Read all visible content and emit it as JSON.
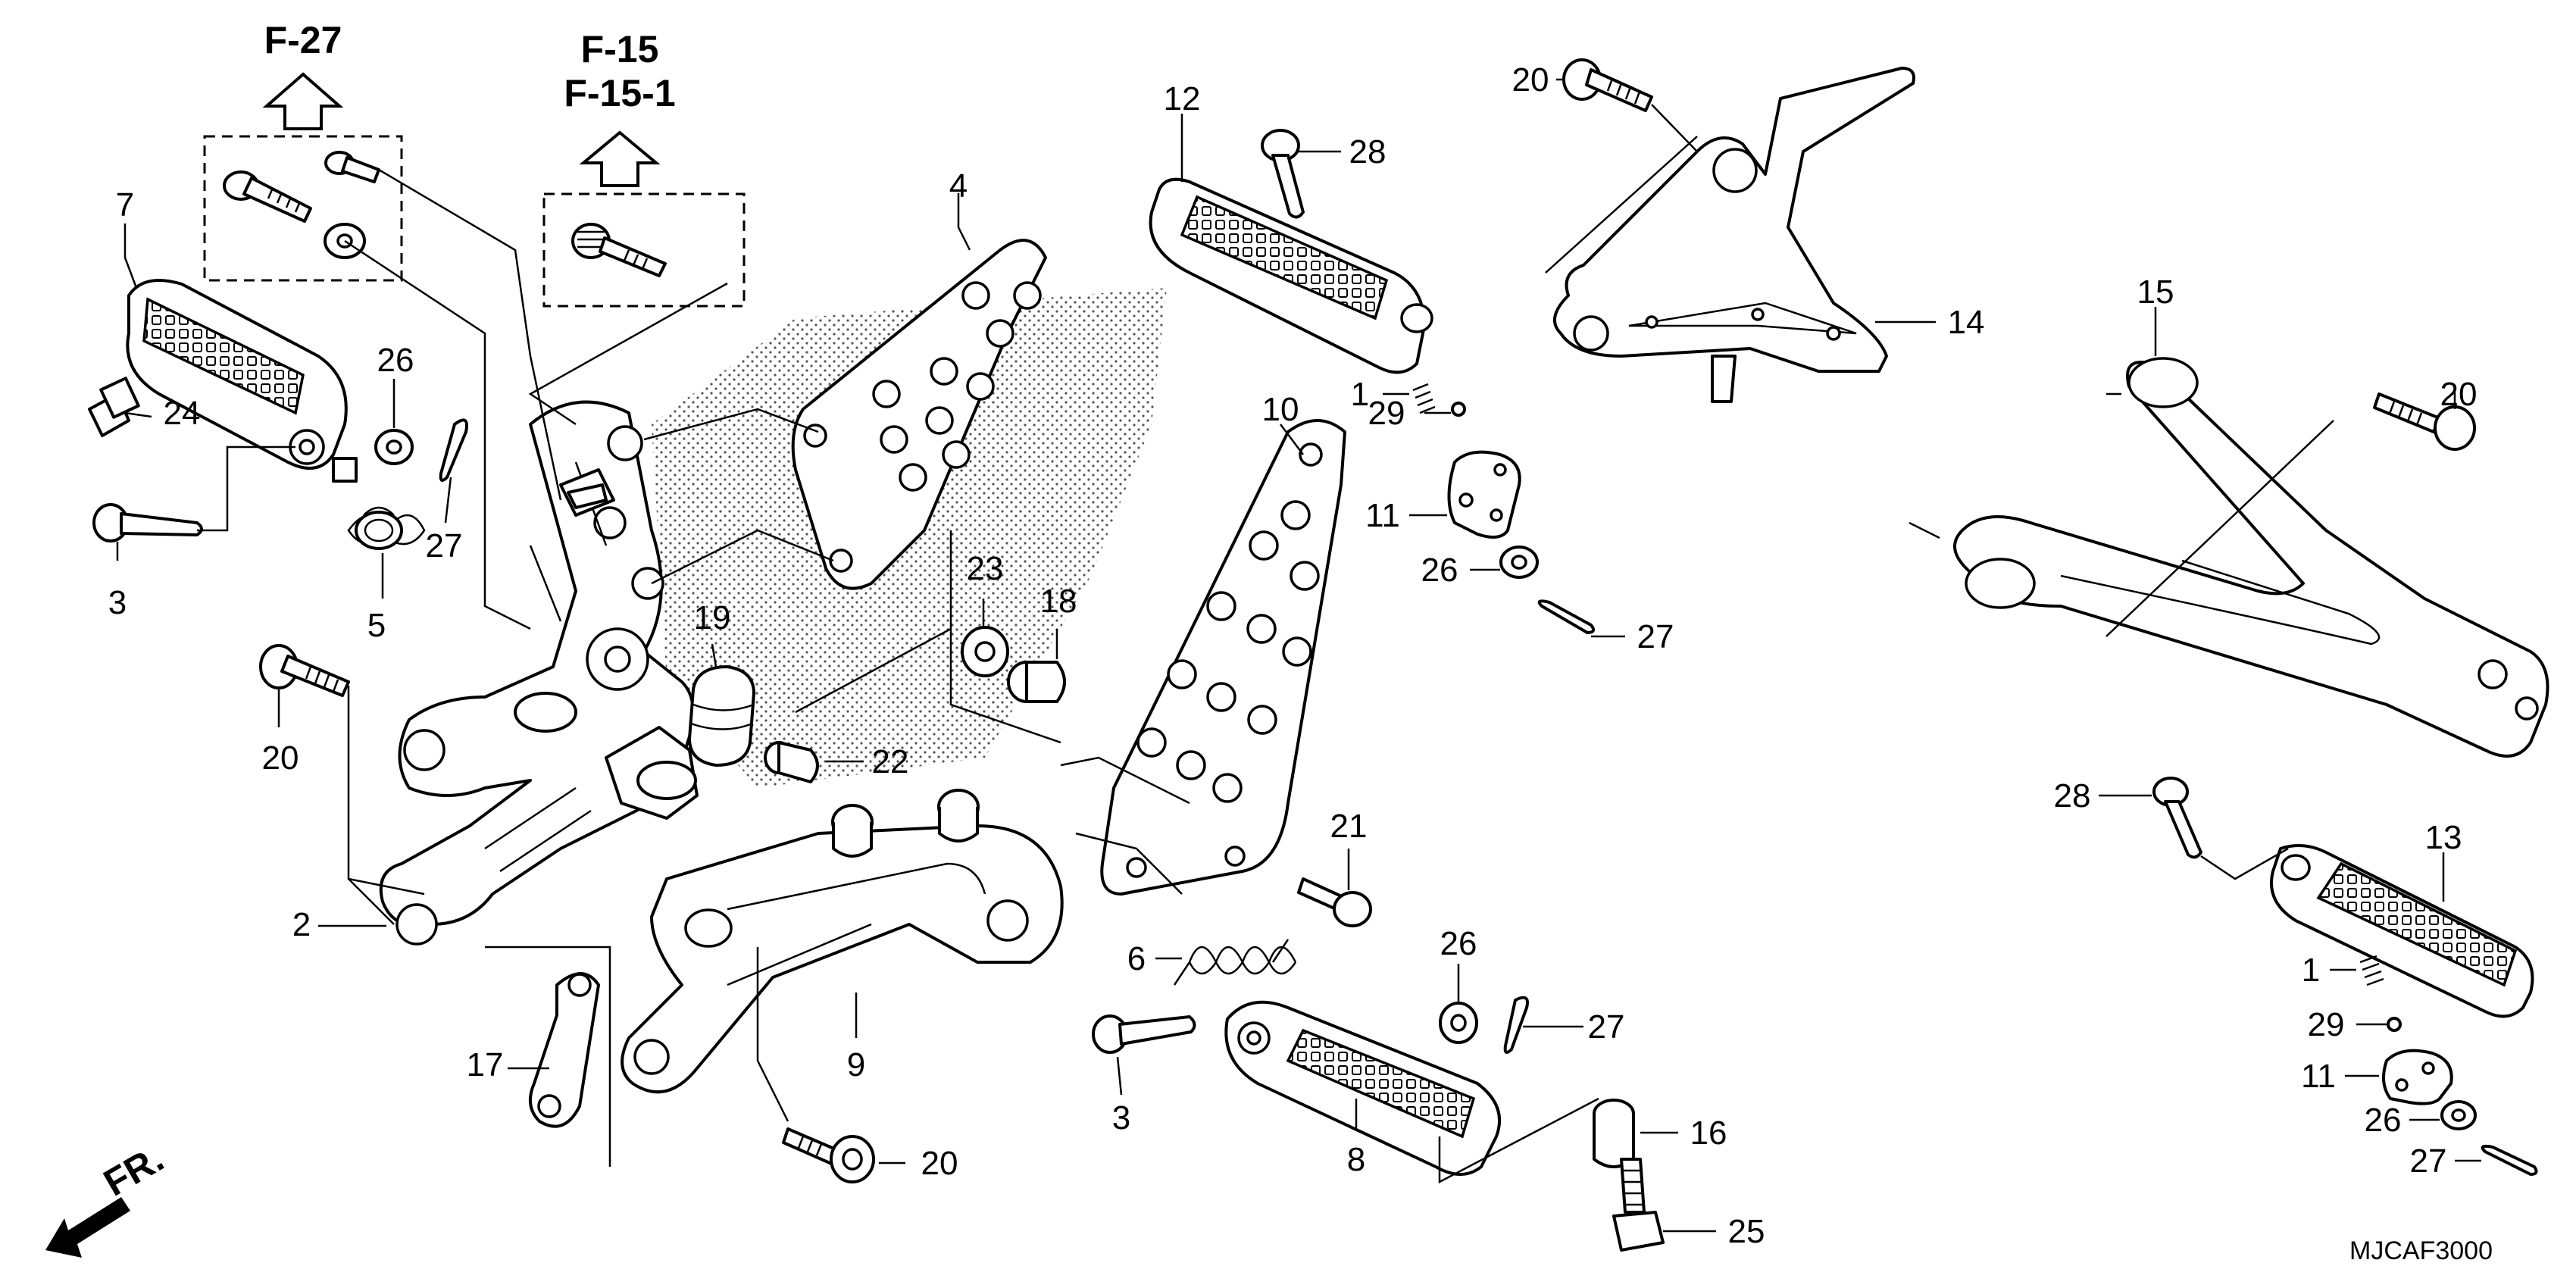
{
  "diagram_code": "MJCAF3000",
  "front_indicator": "FR.",
  "references": {
    "left_box": "F-27",
    "middle_box_line1": "F-15",
    "middle_box_line2": "F-15-1"
  },
  "callouts": {
    "c1a": "1",
    "c1b": "1",
    "c2": "2",
    "c3a": "3",
    "c3b": "3",
    "c4": "4",
    "c5": "5",
    "c6": "6",
    "c7": "7",
    "c8": "8",
    "c9": "9",
    "c10": "10",
    "c11a": "11",
    "c11b": "11",
    "c12": "12",
    "c13": "13",
    "c14": "14",
    "c15": "15",
    "c16": "16",
    "c17": "17",
    "c18": "18",
    "c19": "19",
    "c20a": "20",
    "c20b": "20",
    "c20c": "20",
    "c20d": "20",
    "c21": "21",
    "c22": "22",
    "c23": "23",
    "c24": "24",
    "c25": "25",
    "c26a": "26",
    "c26b": "26",
    "c26c": "26",
    "c26d": "26",
    "c27a": "27",
    "c27b": "27",
    "c27c": "27",
    "c27d": "27",
    "c28a": "28",
    "c28b": "28",
    "c29a": "29",
    "c29b": "29"
  }
}
